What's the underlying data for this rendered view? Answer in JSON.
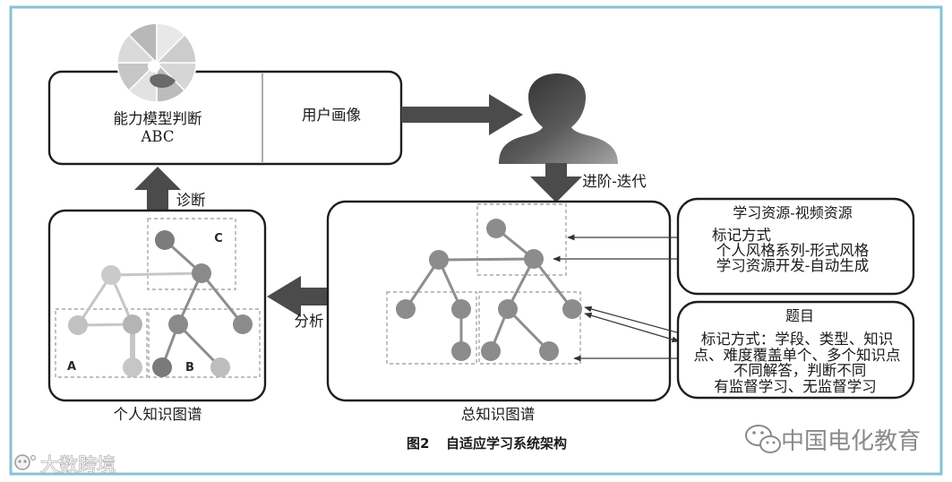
{
  "top_box": {
    "left_line1": "能力模型判断",
    "left_line2": "ABC",
    "right_label": "用户画像",
    "chart_icon": "pie-chart-icon",
    "user_icon": "user-silhouette-icon"
  },
  "arrows": {
    "iterate_label": "进阶-迭代",
    "diagnose_label": "诊断",
    "analyze_label": "分析"
  },
  "personal_graph": {
    "title": "个人知识图谱",
    "region_a": "A",
    "region_b": "B",
    "region_c": "C"
  },
  "overall_graph": {
    "title": "总知识图谱"
  },
  "resource_box": {
    "heading": "学习资源-视频资源",
    "lines": [
      "标记方式",
      "个人风格系列-形式风格",
      "学习资源开发-自动生成"
    ]
  },
  "question_box": {
    "heading": "题目",
    "lines": [
      "标记方式：学段、类型、知识",
      "点、难度覆盖单个、多个知识点",
      "不同解答，判断不同",
      "有监督学习、无监督学习"
    ]
  },
  "caption": {
    "figure_no": "图2",
    "title": "自适应学习系统架构"
  },
  "watermarks": {
    "right": "中国电化教育",
    "left": "大数跨境",
    "right_icon": "wechat-icon"
  },
  "colors": {
    "frame": "#86c3d6",
    "arrow": "#4b4b4b",
    "node": "#8c8c8c"
  }
}
